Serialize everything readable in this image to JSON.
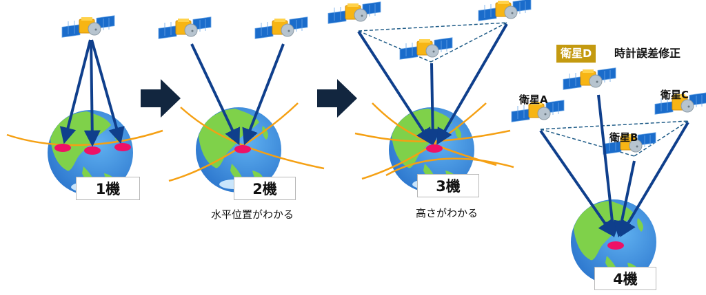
{
  "title": "GPS positioning by number of satellites",
  "colors": {
    "signal_arrow": "#0f3f8c",
    "orbit_line": "#f5a013",
    "fix_point": "#ee1166",
    "step_arrow": "#12263f",
    "dashed_link": "#1e5b87",
    "badge": "#c49a10",
    "ocean": "#3b8de0",
    "land": "#7fd14a"
  },
  "panels": [
    {
      "id": "p1",
      "count_label": "1機",
      "caption": ""
    },
    {
      "id": "p2",
      "count_label": "2機",
      "caption": "水平位置がわかる"
    },
    {
      "id": "p3",
      "count_label": "3機",
      "caption": "高さがわかる"
    },
    {
      "id": "p4",
      "count_label": "4機",
      "caption": "",
      "satellite_labels": {
        "a": "衛星A",
        "b": "衛星B",
        "c": "衛星C"
      },
      "badge": {
        "label": "衛星D",
        "note": "時計誤差修正"
      }
    }
  ],
  "step_arrows": [
    {
      "icon": "right-arrow-icon"
    },
    {
      "icon": "right-arrow-icon"
    }
  ]
}
